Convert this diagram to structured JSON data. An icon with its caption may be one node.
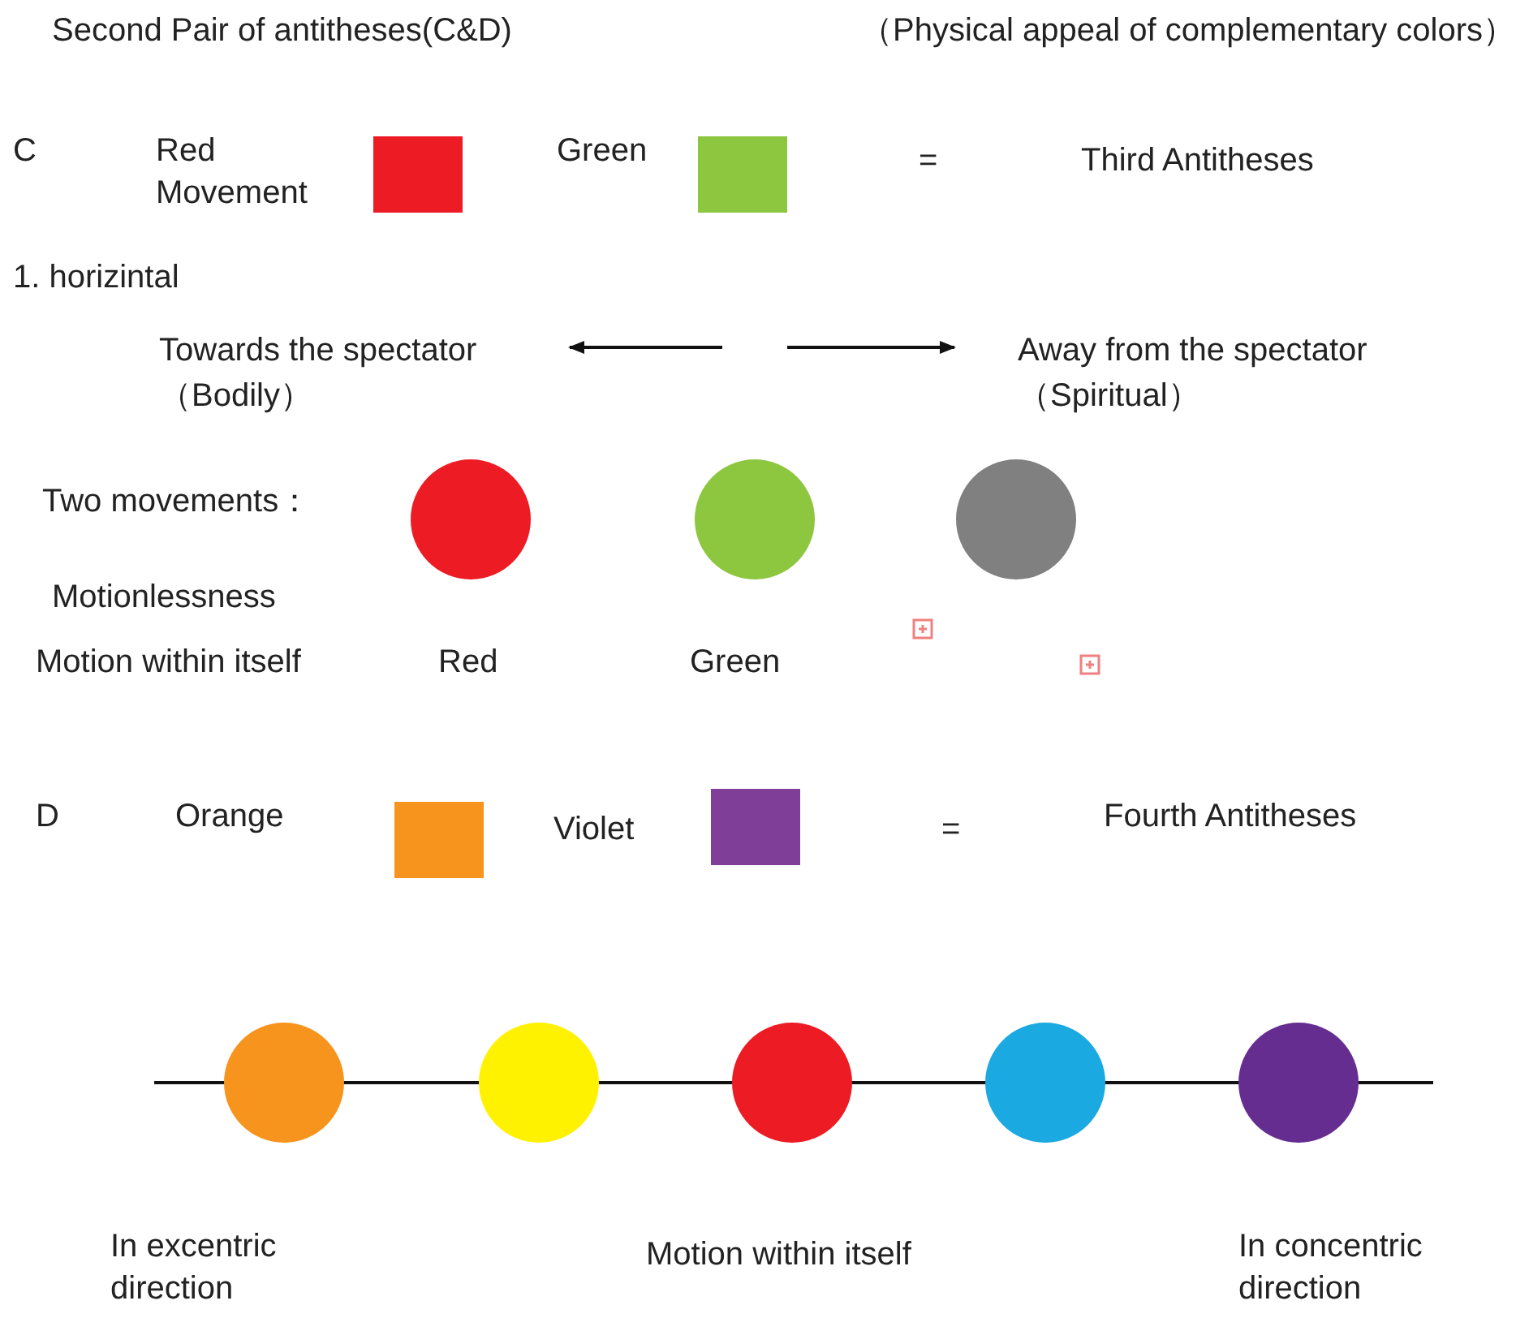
{
  "diagram": {
    "title": "Second Pair of antitheses(C&D)",
    "nodes": [
      {
        "text": [],
        "shape": "box"
      },
      {
        "text": [],
        "shape": "box"
      },
      {
        "text": [],
        "shape": "circle"
      },
      {
        "text": [],
        "shape": "circle"
      },
      {
        "text": [],
        "shape": "circle"
      },
      {
        "text": [],
        "shape": "box"
      },
      {
        "text": [],
        "shape": "box"
      },
      {
        "text": [],
        "shape": "circle"
      },
      {
        "text": [],
        "shape": "circle"
      },
      {
        "text": [],
        "shape": "circle"
      },
      {
        "text": [],
        "shape": "circle"
      },
      {
        "text": [],
        "shape": "circle"
      }
    ],
    "labels": [
      "（Physical appeal of complementary colors）",
      "C",
      "Red Movement",
      "Green",
      "=",
      "Third Antitheses",
      "1. horizintal",
      "Towards the spectator",
      "（Bodily）",
      "Away from the spectator",
      "（Spiritual）",
      "Two movements：",
      "Motionlessness",
      "Motion within itself",
      "Red",
      "Green",
      "D",
      "Orange",
      "Violet",
      "=",
      "Fourth Antitheses",
      "In excentric direction",
      "Motion within itself",
      "In concentric direction"
    ]
  }
}
